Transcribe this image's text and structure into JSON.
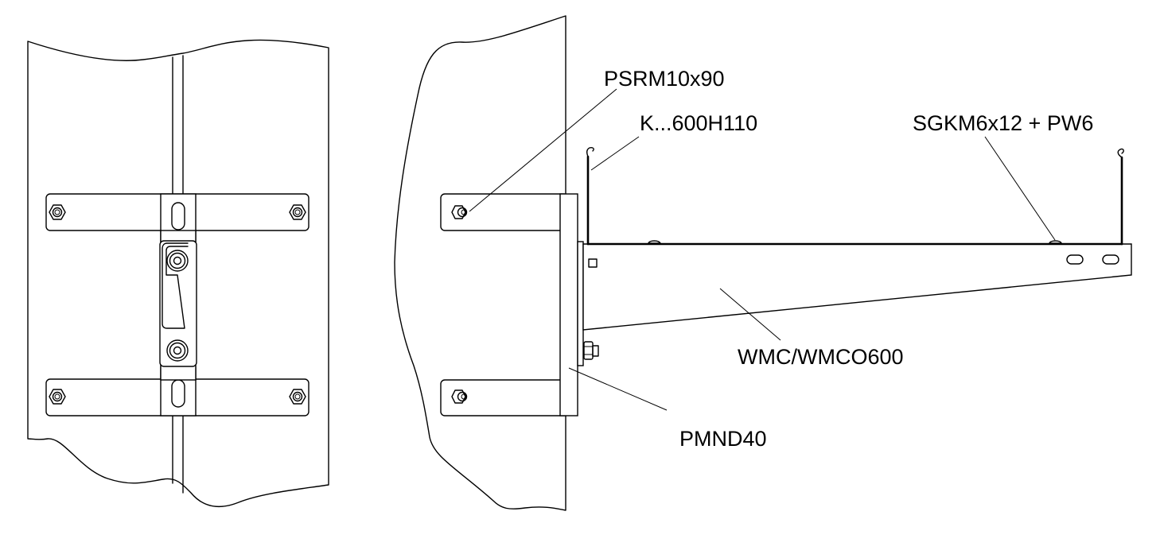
{
  "drawing": {
    "views": [
      {
        "id": "front",
        "description": "Front view of pole with clamp brackets and bracket plate"
      },
      {
        "id": "side",
        "description": "Side view of pole with wall bracket and cable tray"
      }
    ],
    "labels": {
      "bolt": "PSRM10x90",
      "tray": "K...600H110",
      "screw": "SGKM6x12 + PW6",
      "bracket": "WMC/WMCO600",
      "plate": "PMND40"
    },
    "colors": {
      "line": "#000000",
      "background": "#ffffff"
    }
  }
}
